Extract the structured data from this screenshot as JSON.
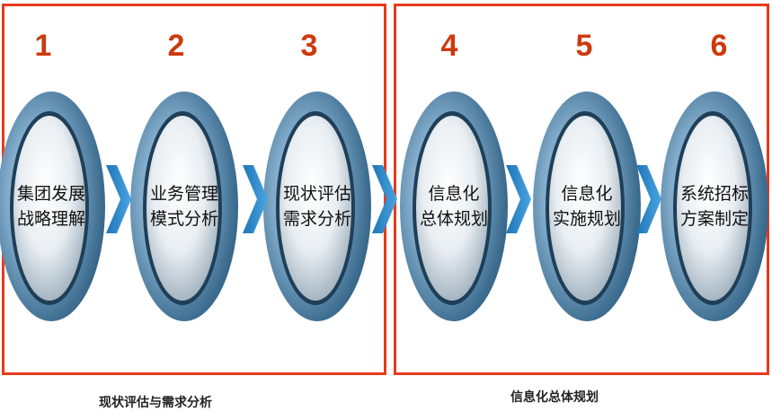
{
  "steps": [
    {
      "number": "1",
      "label": "集团发展\n战略理解"
    },
    {
      "number": "2",
      "label": "业务管理\n模式分析"
    },
    {
      "number": "3",
      "label": "现状评估\n需求分析"
    },
    {
      "number": "4",
      "label": "信息化\n总体规划"
    },
    {
      "number": "5",
      "label": "信息化\n实施规划"
    },
    {
      "number": "6",
      "label": "系统招标\n方案制定"
    }
  ],
  "groups": {
    "left_caption": "现状评估与需求分析",
    "right_caption": "信息化总体规划"
  },
  "colors": {
    "border": "#e83a1d",
    "number": "#cc3a0e",
    "ring": "#5f8fb0",
    "arrow": "#2f8fcf"
  }
}
